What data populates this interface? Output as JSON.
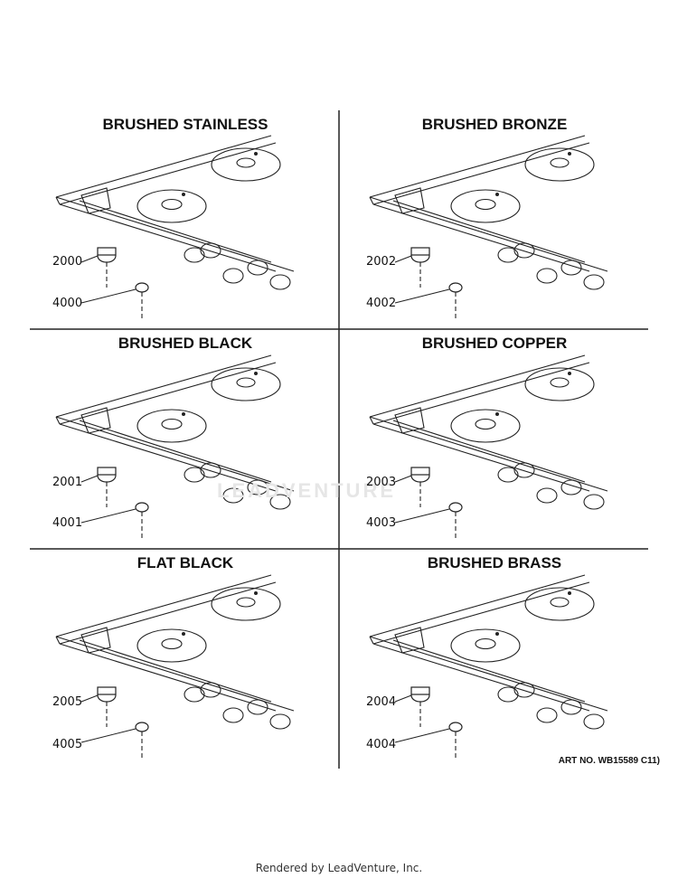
{
  "panels": [
    {
      "title": "BRUSHED STAINLESS",
      "knob_label": "2000",
      "insert_label": "4000"
    },
    {
      "title": "BRUSHED BRONZE",
      "knob_label": "2002",
      "insert_label": "4002"
    },
    {
      "title": "BRUSHED BLACK",
      "knob_label": "2001",
      "insert_label": "4001"
    },
    {
      "title": "BRUSHED COPPER",
      "knob_label": "2003",
      "insert_label": "4003"
    },
    {
      "title": "FLAT BLACK",
      "knob_label": "2005",
      "insert_label": "4005"
    },
    {
      "title": "BRUSHED BRASS",
      "knob_label": "2004",
      "insert_label": "4004"
    }
  ],
  "art_no": "ART NO. WB15589 C11)",
  "watermark": "LEADVENTURE",
  "footer": "Rendered by LeadVenture, Inc."
}
